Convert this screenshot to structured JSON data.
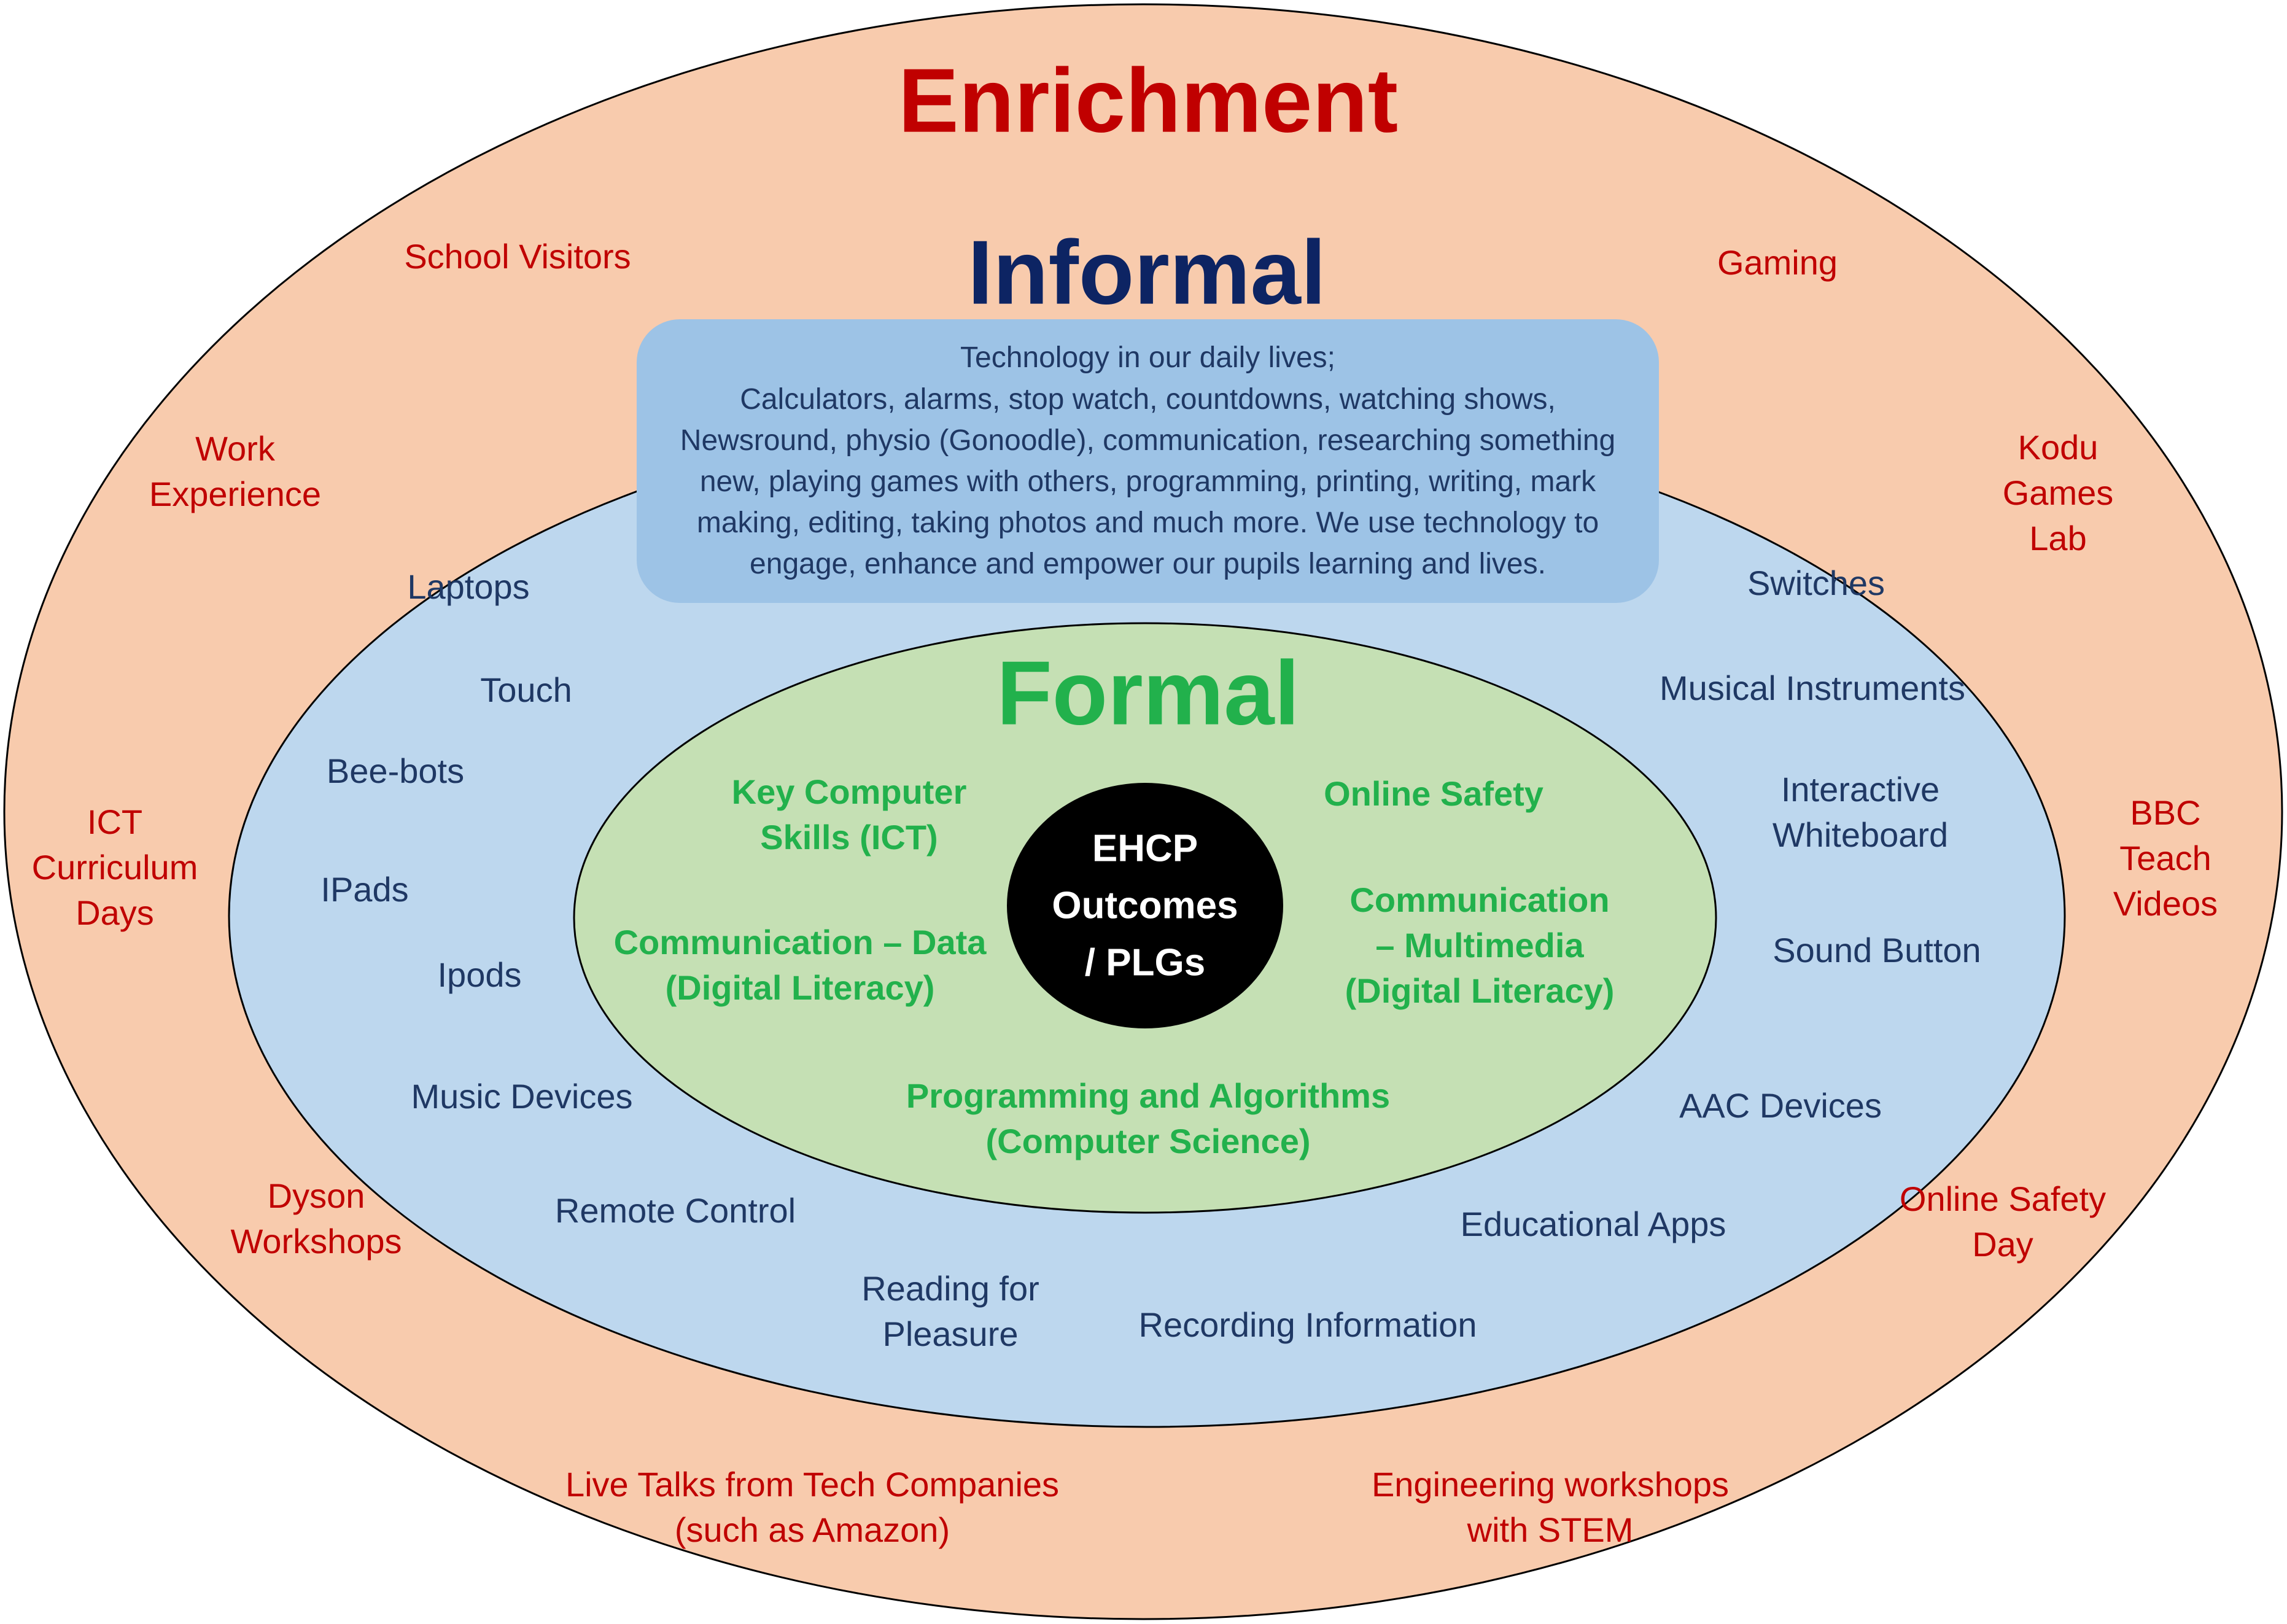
{
  "colors": {
    "outer_fill": "#f8cbad",
    "middle_fill": "#bdd7ee",
    "inner_fill": "#c5e0b4",
    "info_box_fill": "#9dc3e6",
    "core_fill": "#000000",
    "enrichment_text": "#c00000",
    "informal_text": "#1f3864",
    "formal_text": "#22b14c",
    "core_text": "#ffffff"
  },
  "enrichment": {
    "title": "Enrichment",
    "items": [
      "School Visitors",
      "Gaming",
      "Work\nExperience",
      "Kodu\nGames\nLab",
      "ICT\nCurriculum\nDays",
      "BBC Teach\nVideos",
      "Dyson\nWorkshops",
      "Online Safety\nDay",
      "Live Talks from Tech Companies\n(such as Amazon)",
      "Engineering workshops\nwith STEM"
    ]
  },
  "informal": {
    "title": "Informal",
    "description": "Technology in our daily lives;\nCalculators, alarms, stop watch, countdowns, watching shows,\nNewsround, physio (Gonoodle), communication, researching something\nnew, playing games with others, programming, printing, writing, mark\nmaking, editing, taking photos and much more. We use technology to\nengage, enhance and empower our pupils learning and lives.",
    "items": [
      "Laptops",
      "Touch",
      "Bee-bots",
      "IPads",
      "Ipods",
      "Music Devices",
      "Remote Control",
      "Reading for\nPleasure",
      "Recording Information",
      "Educational Apps",
      "AAC Devices",
      "Sound Button",
      "Interactive\nWhiteboard",
      "Musical Instruments",
      "Switches"
    ]
  },
  "formal": {
    "title": "Formal",
    "items": [
      "Key Computer\nSkills (ICT)",
      "Online Safety",
      "Communication – Data\n(Digital Literacy)",
      "Communication\n– Multimedia\n(Digital Literacy)",
      "Programming and Algorithms\n(Computer Science)"
    ]
  },
  "center": {
    "label": "EHCP\nOutcomes\n/ PLGs"
  }
}
